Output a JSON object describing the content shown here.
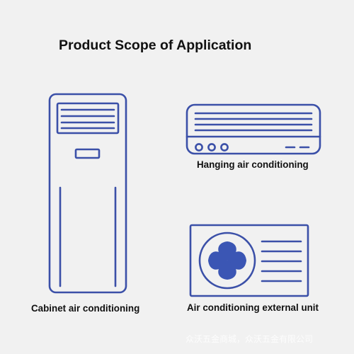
{
  "title": "Product Scope of Application",
  "products": {
    "cabinet": {
      "label": "Cabinet air conditioning",
      "icon": "cabinet-ac-icon"
    },
    "hanging": {
      "label": "Hanging air conditioning",
      "icon": "wall-ac-icon"
    },
    "external": {
      "label": "Air conditioning external unit",
      "icon": "outdoor-unit-icon"
    }
  },
  "watermark": "众沃五金商城，众沃五金有限公司",
  "colors": {
    "background": "#f1f1f1",
    "line": "#3b50a8",
    "fan": "#3b56b4",
    "text": "#111111"
  }
}
